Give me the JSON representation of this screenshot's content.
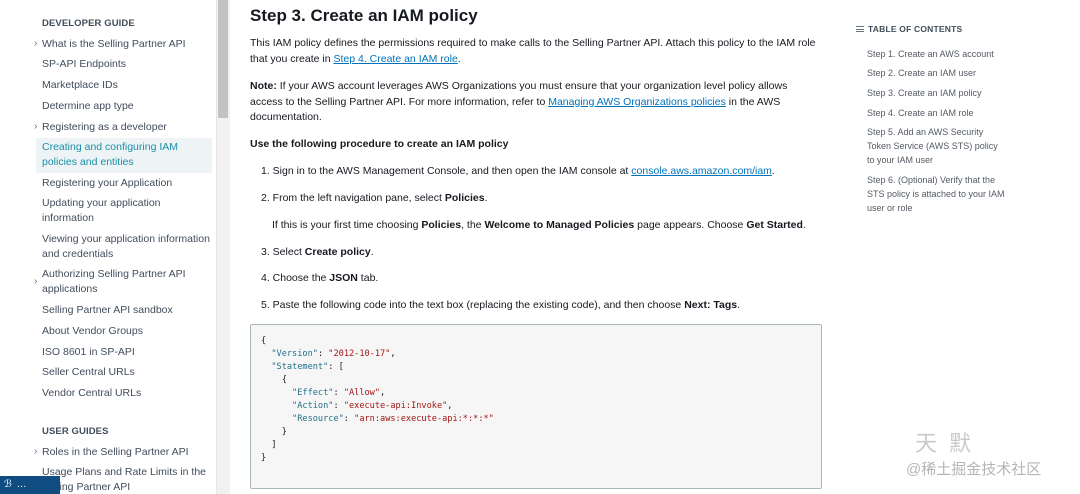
{
  "sidebar": {
    "heading1": "DEVELOPER GUIDE",
    "items1": [
      {
        "label": "What is the Selling Partner API",
        "chevron": true
      },
      {
        "label": "SP-API Endpoints"
      },
      {
        "label": "Marketplace IDs"
      },
      {
        "label": "Determine app type"
      },
      {
        "label": "Registering as a developer",
        "chevron": true
      },
      {
        "label": "Creating and configuring IAM policies and entities",
        "active": true
      },
      {
        "label": "Registering your Application"
      },
      {
        "label": "Updating your application information"
      },
      {
        "label": "Viewing your application information and credentials"
      },
      {
        "label": "Authorizing Selling Partner API applications",
        "chevron": true
      },
      {
        "label": "Selling Partner API sandbox"
      },
      {
        "label": "About Vendor Groups"
      },
      {
        "label": "ISO 8601 in SP-API"
      },
      {
        "label": "Seller Central URLs"
      },
      {
        "label": "Vendor Central URLs"
      }
    ],
    "heading2": "USER GUIDES",
    "items2": [
      {
        "label": "Roles in the Selling Partner API",
        "chevron": true
      },
      {
        "label": "Usage Plans and Rate Limits in the Selling Partner API"
      }
    ]
  },
  "main": {
    "title": "Step 3. Create an IAM policy",
    "intro_1": "This IAM policy defines the permissions required to make calls to the Selling Partner API. Attach this policy to the IAM role that you create in ",
    "intro_link": "Step 4. Create an IAM role",
    "intro_2": ".",
    "note_label": "Note:",
    "note_1": " If your AWS account leverages AWS Organizations you must ensure that your organization level policy allows access to the Selling Partner API. For more information, refer to ",
    "note_link": "Managing AWS Organizations policies",
    "note_2": " in the AWS documentation.",
    "procedure_heading": "Use the following procedure to create an IAM policy",
    "step1_text": "1. Sign in to the AWS Management Console, and then open the IAM console at ",
    "step1_link": "console.aws.amazon.com/iam",
    "step1_end": ".",
    "step2_text": "2. From the left navigation pane, select ",
    "step2_bold": "Policies",
    "step2_end": ".",
    "step2_sub_1": "If this is your first time choosing ",
    "step2_sub_b1": "Policies",
    "step2_sub_2": ", the ",
    "step2_sub_b2": "Welcome to Managed Policies",
    "step2_sub_3": " page appears. Choose ",
    "step2_sub_b3": "Get Started",
    "step2_sub_4": ".",
    "step3_text": "3. Select ",
    "step3_bold": "Create policy",
    "step3_end": ".",
    "step4_text": "4. Choose the ",
    "step4_bold": "JSON",
    "step4_end": " tab.",
    "step5_text": "5. Paste the following code into the text box (replacing the existing code), and then choose ",
    "step5_bold": "Next: Tags",
    "step5_end": "."
  },
  "code": {
    "l1": "{",
    "l2k": "\"Version\"",
    "l2v": "\"2012-10-17\"",
    "l3k": "\"Statement\"",
    "l4": "{",
    "l5k": "\"Effect\"",
    "l5v": "\"Allow\"",
    "l6k": "\"Action\"",
    "l6v": "\"execute-api:Invoke\"",
    "l7k": "\"Resource\"",
    "l7v": "\"arn:aws:execute-api:*:*:*\"",
    "l8": "}",
    "l9": "]",
    "l10": "}"
  },
  "toc": {
    "title": "TABLE OF CONTENTS",
    "items": [
      "Step 1. Create an AWS account",
      "Step 2. Create an IAM user",
      "Step 3. Create an IAM policy",
      "Step 4. Create an IAM role",
      "Step 5. Add an AWS Security Token Service (AWS STS) policy to your IAM user",
      "Step 6. (Optional) Verify that the STS policy is attached to your IAM user or role"
    ]
  },
  "watermark": {
    "left": "ℬ …",
    "right_top": "天 默",
    "right_bottom": "@稀土掘金技术社区"
  }
}
